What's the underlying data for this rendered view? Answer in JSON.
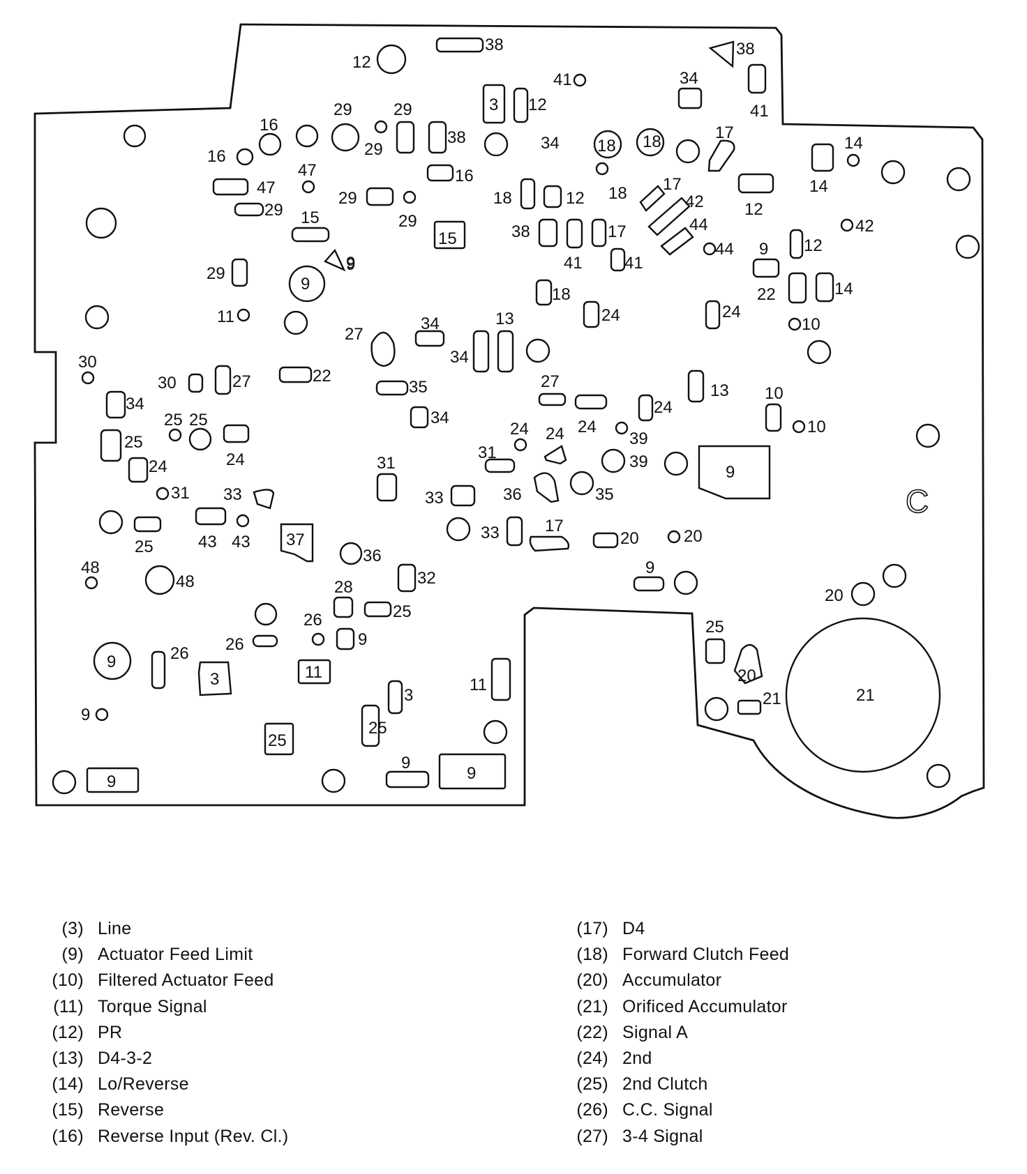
{
  "diagram": {
    "corner_mark": "C",
    "passage_labels": [
      {
        "id": "a1",
        "text": "12"
      },
      {
        "id": "a2",
        "text": "38"
      },
      {
        "id": "a3",
        "text": "38"
      },
      {
        "id": "a4",
        "text": "41"
      },
      {
        "id": "a5",
        "text": "34"
      },
      {
        "id": "a6",
        "text": "41"
      },
      {
        "id": "a7",
        "text": "3"
      },
      {
        "id": "a8",
        "text": "12"
      },
      {
        "id": "a9",
        "text": "16"
      },
      {
        "id": "a10",
        "text": "29"
      },
      {
        "id": "a11",
        "text": "29"
      },
      {
        "id": "a12",
        "text": "29"
      },
      {
        "id": "a13",
        "text": "38"
      },
      {
        "id": "a14",
        "text": "34"
      },
      {
        "id": "a15",
        "text": "18"
      },
      {
        "id": "a16",
        "text": "18"
      },
      {
        "id": "a17",
        "text": "17"
      },
      {
        "id": "a18",
        "text": "14"
      },
      {
        "id": "a19",
        "text": "16"
      },
      {
        "id": "a20",
        "text": "47"
      },
      {
        "id": "a21",
        "text": "16"
      },
      {
        "id": "a22",
        "text": "18"
      },
      {
        "id": "a23",
        "text": "18"
      },
      {
        "id": "a24",
        "text": "12"
      },
      {
        "id": "a25",
        "text": "17"
      },
      {
        "id": "a26",
        "text": "42"
      },
      {
        "id": "a27",
        "text": "12"
      },
      {
        "id": "a28",
        "text": "14"
      },
      {
        "id": "a29",
        "text": "47"
      },
      {
        "id": "a30",
        "text": "29"
      },
      {
        "id": "a31",
        "text": "29"
      },
      {
        "id": "a32",
        "text": "29"
      },
      {
        "id": "a33",
        "text": "9"
      },
      {
        "id": "a34",
        "text": "15"
      },
      {
        "id": "a35",
        "text": "15"
      },
      {
        "id": "a36",
        "text": "38"
      },
      {
        "id": "a37",
        "text": "17"
      },
      {
        "id": "a38",
        "text": "44"
      },
      {
        "id": "a39",
        "text": "42"
      },
      {
        "id": "a40",
        "text": "41"
      },
      {
        "id": "a41",
        "text": "41"
      },
      {
        "id": "a42",
        "text": "44"
      },
      {
        "id": "a43",
        "text": "9"
      },
      {
        "id": "a44",
        "text": "12"
      },
      {
        "id": "a45",
        "text": "29"
      },
      {
        "id": "a46",
        "text": "9"
      },
      {
        "id": "a47",
        "text": "9"
      },
      {
        "id": "a48",
        "text": "18"
      },
      {
        "id": "a49",
        "text": "22"
      },
      {
        "id": "a50",
        "text": "14"
      },
      {
        "id": "a51",
        "text": "11"
      },
      {
        "id": "a52",
        "text": "24"
      },
      {
        "id": "a53",
        "text": "24"
      },
      {
        "id": "a54",
        "text": "10"
      },
      {
        "id": "a55",
        "text": "27"
      },
      {
        "id": "a56",
        "text": "34"
      },
      {
        "id": "a57",
        "text": "13"
      },
      {
        "id": "a58",
        "text": "34"
      },
      {
        "id": "a59",
        "text": "30"
      },
      {
        "id": "a60",
        "text": "30"
      },
      {
        "id": "a61",
        "text": "27"
      },
      {
        "id": "a62",
        "text": "22"
      },
      {
        "id": "a63",
        "text": "35"
      },
      {
        "id": "a64",
        "text": "27"
      },
      {
        "id": "a65",
        "text": "13"
      },
      {
        "id": "a66",
        "text": "34"
      },
      {
        "id": "a67",
        "text": "24"
      },
      {
        "id": "a68",
        "text": "10"
      },
      {
        "id": "a69",
        "text": "34"
      },
      {
        "id": "a70",
        "text": "25"
      },
      {
        "id": "a71",
        "text": "25"
      },
      {
        "id": "a72",
        "text": "24"
      },
      {
        "id": "a73",
        "text": "24"
      },
      {
        "id": "a74",
        "text": "24"
      },
      {
        "id": "a75",
        "text": "39"
      },
      {
        "id": "a76",
        "text": "10"
      },
      {
        "id": "a77",
        "text": "25"
      },
      {
        "id": "a78",
        "text": "24"
      },
      {
        "id": "a79",
        "text": "31"
      },
      {
        "id": "a80",
        "text": "39"
      },
      {
        "id": "a81",
        "text": "9"
      },
      {
        "id": "a82",
        "text": "24"
      },
      {
        "id": "a83",
        "text": "31"
      },
      {
        "id": "a84",
        "text": "33"
      },
      {
        "id": "a85",
        "text": "33"
      },
      {
        "id": "a86",
        "text": "36"
      },
      {
        "id": "a87",
        "text": "35"
      },
      {
        "id": "a88",
        "text": "31"
      },
      {
        "id": "a89",
        "text": "25"
      },
      {
        "id": "a90",
        "text": "43"
      },
      {
        "id": "a91",
        "text": "43"
      },
      {
        "id": "a92",
        "text": "37"
      },
      {
        "id": "a93",
        "text": "33"
      },
      {
        "id": "a94",
        "text": "17"
      },
      {
        "id": "a95",
        "text": "20"
      },
      {
        "id": "a96",
        "text": "20"
      },
      {
        "id": "a97",
        "text": "48"
      },
      {
        "id": "a98",
        "text": "48"
      },
      {
        "id": "a99",
        "text": "36"
      },
      {
        "id": "a100",
        "text": "32"
      },
      {
        "id": "a101",
        "text": "9"
      },
      {
        "id": "a102",
        "text": "20"
      },
      {
        "id": "a103",
        "text": "28"
      },
      {
        "id": "a104",
        "text": "25"
      },
      {
        "id": "a105",
        "text": "26"
      },
      {
        "id": "a106",
        "text": "26"
      },
      {
        "id": "a107",
        "text": "9"
      },
      {
        "id": "a108",
        "text": "25"
      },
      {
        "id": "a109",
        "text": "9"
      },
      {
        "id": "a110",
        "text": "26"
      },
      {
        "id": "a111",
        "text": "3"
      },
      {
        "id": "a112",
        "text": "11"
      },
      {
        "id": "a113",
        "text": "20"
      },
      {
        "id": "a114",
        "text": "21"
      },
      {
        "id": "a115",
        "text": "11"
      },
      {
        "id": "a116",
        "text": "3"
      },
      {
        "id": "a117",
        "text": "21"
      },
      {
        "id": "a118",
        "text": "9"
      },
      {
        "id": "a119",
        "text": "25"
      },
      {
        "id": "a120",
        "text": "25"
      },
      {
        "id": "a121",
        "text": "9"
      },
      {
        "id": "a122",
        "text": "9"
      },
      {
        "id": "a123",
        "text": "9"
      }
    ]
  },
  "legend": {
    "left": [
      {
        "num": "(3)",
        "name": "Line"
      },
      {
        "num": "(9)",
        "name": "Actuator Feed Limit"
      },
      {
        "num": "(10)",
        "name": "Filtered Actuator Feed"
      },
      {
        "num": "(11)",
        "name": "Torque Signal"
      },
      {
        "num": "(12)",
        "name": "PR"
      },
      {
        "num": "(13)",
        "name": "D4-3-2"
      },
      {
        "num": "(14)",
        "name": "Lo/Reverse"
      },
      {
        "num": "(15)",
        "name": "Reverse"
      },
      {
        "num": "(16)",
        "name": "Reverse Input (Rev. Cl.)"
      }
    ],
    "right": [
      {
        "num": "(17)",
        "name": "D4"
      },
      {
        "num": "(18)",
        "name": "Forward Clutch Feed"
      },
      {
        "num": "(20)",
        "name": "Accumulator"
      },
      {
        "num": "(21)",
        "name": "Orificed Accumulator"
      },
      {
        "num": "(22)",
        "name": "Signal A"
      },
      {
        "num": "(24)",
        "name": "2nd"
      },
      {
        "num": "(25)",
        "name": "2nd Clutch"
      },
      {
        "num": "(26)",
        "name": "C.C. Signal"
      },
      {
        "num": "(27)",
        "name": "3-4 Signal"
      }
    ]
  }
}
